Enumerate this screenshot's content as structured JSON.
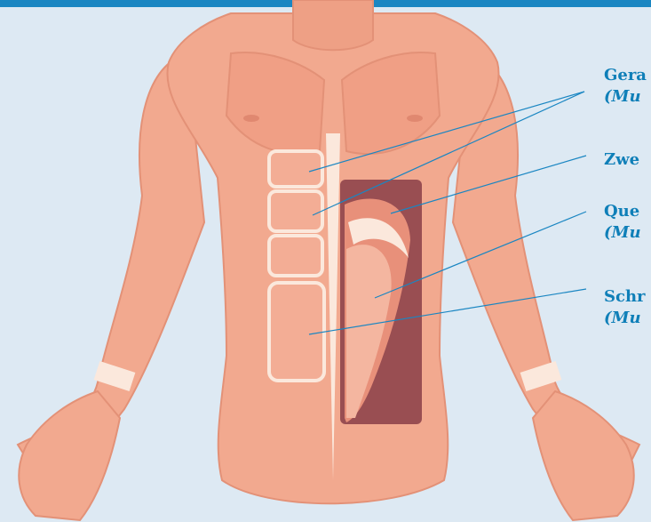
{
  "colors": {
    "background": "#dde9f3",
    "accent": "#1a86c2",
    "label_text": "#0f7fb8",
    "muscle": "#f2a98f",
    "tendon": "#fbe8dc",
    "highlight_panel": "#8a3e48"
  },
  "labels": [
    {
      "name": "Gera",
      "latin": "(Mu"
    },
    {
      "name": "Zwe",
      "latin": ""
    },
    {
      "name": "Que",
      "latin": "(Mu"
    },
    {
      "name": "Schr",
      "latin": "(Mu"
    }
  ]
}
